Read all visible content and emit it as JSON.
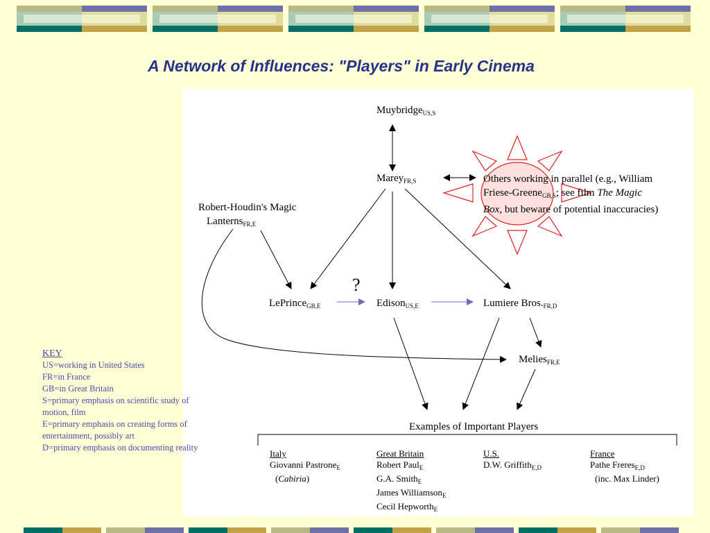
{
  "title": "A Network of Influences: \"Players\" in Early Cinema",
  "nodes": {
    "muybridge": {
      "name": "Muybridge",
      "sub": "US,S"
    },
    "marey": {
      "name": "Marey",
      "sub": "FR,S"
    },
    "others_1": "Others working in parallel (e.g., William",
    "others_2a": "Friese-Greene",
    "others_2sub": "GB,S",
    "others_2b": "; see film ",
    "others_2c": "The Magic",
    "others_3a": "Box",
    "others_3b": ", but beware of potential inaccuracies)",
    "robert_1": "Robert-Houdin's Magic",
    "robert_2": "Lanterns",
    "robert_sub": "FR,E",
    "leprince": {
      "name": "LePrince",
      "sub": "GB,E"
    },
    "edison": {
      "name": "Edison",
      "sub": "US,E"
    },
    "lumiere": {
      "name": "Lumiere Bros.",
      "sub": "FR,D"
    },
    "melies": {
      "name": "Melies",
      "sub": "FR,E"
    },
    "question": "?"
  },
  "examples": {
    "heading": "Examples of Important Players",
    "italy": {
      "header": "Italy",
      "l1": "Giovanni Pastrone",
      "l1sub": "E",
      "l2a": "(",
      "l2b": "Cabiria",
      "l2c": ")"
    },
    "gb": {
      "header": "Great Britain",
      "l1": "Robert Paul",
      "l1sub": "E",
      "l2": "G.A. Smith",
      "l2sub": "E",
      "l3": "James Williamson",
      "l3sub": "E",
      "l4": "Cecil Hepworth",
      "l4sub": "E"
    },
    "us": {
      "header": "U.S.",
      "l1": "D.W. Griffith",
      "l1sub": "E,D"
    },
    "france": {
      "header": "France",
      "l1": "Pathe Freres",
      "l1sub": "E,D",
      "l2": "(inc. Max Linder)"
    }
  },
  "key": {
    "header": "KEY",
    "items": [
      "US=working in United States",
      "FR=in France",
      "GB=in Great Britain",
      "S=primary emphasis on scientific study of motion, film",
      "E=primary emphasis on creating forms of entertainment, possibly art",
      "D=primary emphasis on documenting reality"
    ]
  },
  "colors": {
    "background": "#ffffd5",
    "title": "#26328a",
    "key_text": "#4a4aa8",
    "sun_stroke": "#e02020",
    "sun_fill": "#ffe0e0"
  }
}
